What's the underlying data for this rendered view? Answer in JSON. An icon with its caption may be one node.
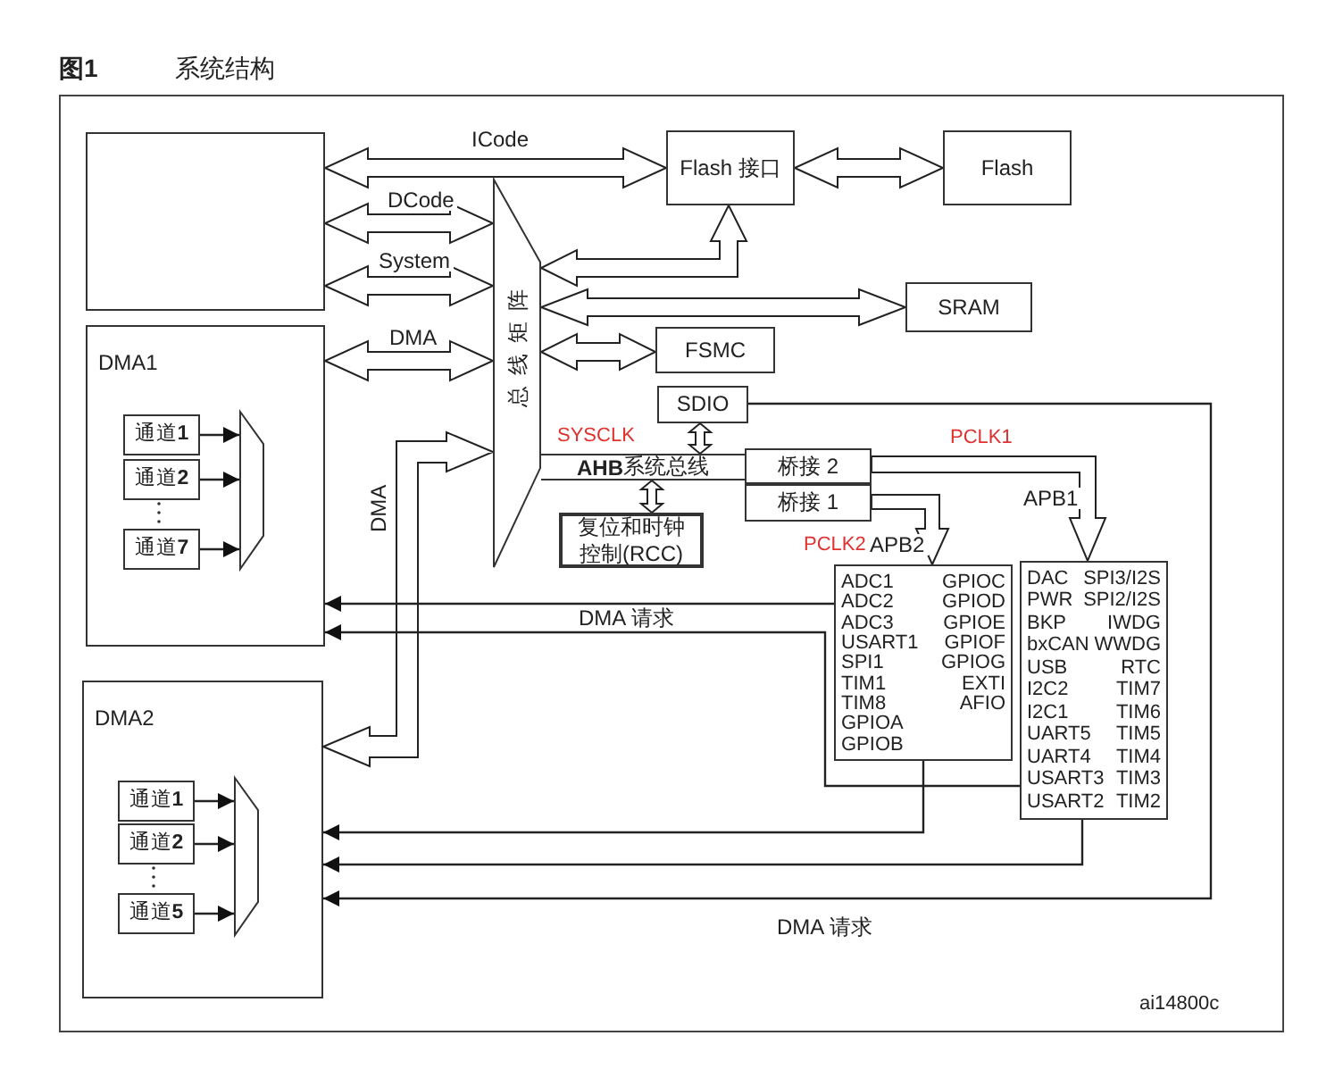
{
  "diagram": {
    "title": "系统结构",
    "nodes": [
      {
        "text": [],
        "shape": "box"
      },
      {
        "text": [
          "DMA1"
        ]
      },
      {
        "text": [
          "通道**1**"
        ],
        "in": 1
      },
      {
        "text": [
          "通道**2**"
        ],
        "in": 1
      },
      {
        "text": [
          "通道**7**"
        ],
        "in": 1
      },
      {
        "text": [],
        "shape": "trapezoid",
        "in": 1
      },
      {
        "text": [
          "DMA2"
        ]
      },
      {
        "text": [
          "通道**1**"
        ],
        "in": 6
      },
      {
        "text": [
          "通道**2**"
        ],
        "in": 6
      },
      {
        "text": [
          "通道**5**"
        ],
        "in": 6
      },
      {
        "text": [],
        "shape": "trapezoid",
        "in": 6
      },
      {
        "text": [
          "总线矩阵"
        ]
      },
      {
        "text": [
          "Flash 接口"
        ]
      },
      {
        "text": [
          "Flash"
        ]
      },
      {
        "text": [
          "SRAM"
        ]
      },
      {
        "text": [
          "FSMC"
        ]
      },
      {
        "text": [
          "SDIO"
        ]
      },
      {
        "text": [
          "**AHB**系统总线"
        ]
      },
      {
        "text": [
          "桥接 2"
        ]
      },
      {
        "text": [
          "桥接 1"
        ]
      },
      {
        "text": [
          "复位和时钟控制(RCC)"
        ]
      },
      {
        "text": [
          "ADC1",
          "ADC2",
          "ADC3",
          "USART1",
          "SPI1",
          "TIM1",
          "TIM8",
          "GPIOA",
          "GPIOB",
          "GPIOC",
          "GPIOD",
          "GPIOE",
          "GPIOF",
          "GPIOG",
          "EXTI",
          "AFIO"
        ]
      },
      {
        "text": [
          "DAC",
          "PWR",
          "BKP",
          "bxCAN",
          "USB",
          "I2C2",
          "I2C1",
          "UART5",
          "UART4",
          "USART3",
          "USART2",
          "SPI3/I2S",
          "SPI2/I2S",
          "IWDG",
          "WWDG",
          "RTC",
          "TIM7",
          "TIM6",
          "TIM5",
          "TIM4",
          "TIM3",
          "TIM2"
        ]
      }
    ],
    "edges": [
      {
        "from": 0,
        "to": 12,
        "arrow": "both",
        "label": "ICode",
        "style": "thick"
      },
      {
        "from": 0,
        "to": 11,
        "arrow": "both",
        "label": "DCode",
        "style": "thick"
      },
      {
        "from": 0,
        "to": 11,
        "arrow": "both",
        "label": "System",
        "style": "thick"
      },
      {
        "from": 1,
        "to": 11,
        "arrow": "both",
        "label": "DMA",
        "style": "thick"
      },
      {
        "from": 6,
        "to": 11,
        "arrow": "both",
        "label": "DMA",
        "style": "thick"
      },
      {
        "from": 11,
        "to": 12,
        "arrow": "both",
        "style": "thick"
      },
      {
        "from": 12,
        "to": 13,
        "arrow": "both",
        "style": "thick"
      },
      {
        "from": 11,
        "to": 14,
        "arrow": "both",
        "style": "thick"
      },
      {
        "from": 11,
        "to": 15,
        "arrow": "both",
        "style": "thick"
      },
      {
        "from": 16,
        "to": 17,
        "arrow": "both",
        "style": "thick"
      },
      {
        "from": 20,
        "to": 17,
        "arrow": "both",
        "style": "thick"
      },
      {
        "from": 18,
        "to": 22,
        "arrow": "to",
        "label": "APB1",
        "style": "thick"
      },
      {
        "from": 19,
        "to": 21,
        "arrow": "to",
        "label": "APB2",
        "style": "thick"
      },
      {
        "from": 2,
        "to": 5,
        "arrow": "to"
      },
      {
        "from": 3,
        "to": 5,
        "arrow": "to"
      },
      {
        "from": 4,
        "to": 5,
        "arrow": "to"
      },
      {
        "from": 7,
        "to": 10,
        "arrow": "to"
      },
      {
        "from": 8,
        "to": 10,
        "arrow": "to"
      },
      {
        "from": 9,
        "to": 10,
        "arrow": "to"
      },
      {
        "from": 21,
        "to": 1,
        "arrow": "to"
      },
      {
        "from": 22,
        "to": 1,
        "arrow": "to",
        "label": "DMA 请求"
      },
      {
        "from": 21,
        "to": 6,
        "arrow": "to"
      },
      {
        "from": 22,
        "to": 6,
        "arrow": "to"
      },
      {
        "from": 16,
        "to": 6,
        "arrow": "to",
        "label": "DMA 请求"
      }
    ],
    "labels": [
      "图1",
      "SYSCLK",
      "PCLK1",
      "PCLK2",
      "ai14800c"
    ]
  }
}
